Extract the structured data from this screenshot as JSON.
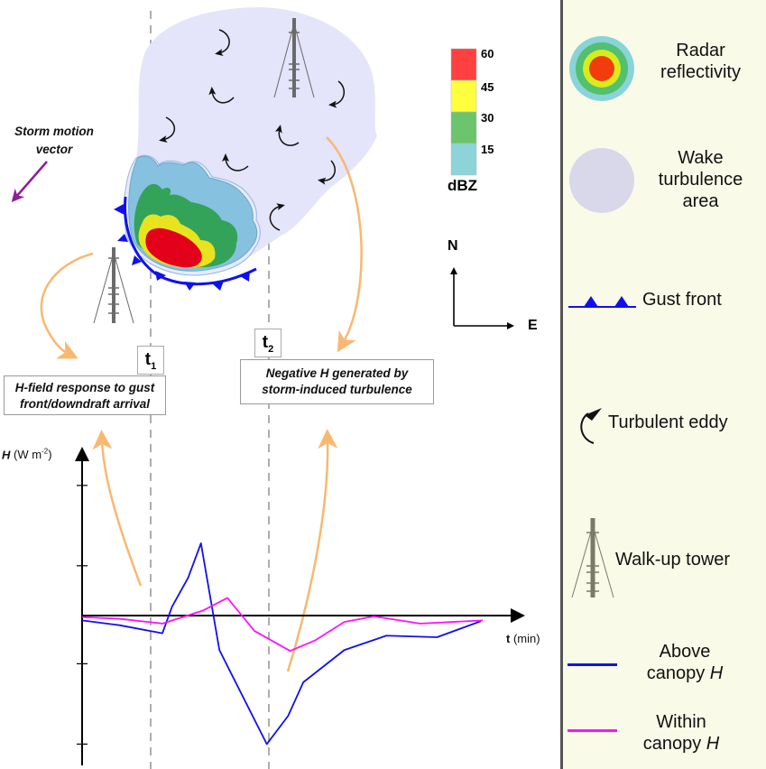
{
  "diagram": {
    "storm_motion_label": [
      "Storm motion",
      "vector"
    ],
    "compass": {
      "north": "N",
      "east": "E"
    },
    "reflectivity_scale": {
      "unit": "dBZ",
      "levels": [
        {
          "value": "60",
          "color": "#ff4040"
        },
        {
          "value": "45",
          "color": "#ffff40"
        },
        {
          "value": "30",
          "color": "#6cc46c"
        },
        {
          "value": "15",
          "color": "#8cd4d8"
        }
      ]
    },
    "time_markers": [
      {
        "label": "t",
        "sub": "1"
      },
      {
        "label": "t",
        "sub": "2"
      }
    ],
    "annotations": [
      {
        "lines": [
          "H-field response to gust",
          "front/downdraft arrival"
        ]
      },
      {
        "lines": [
          "Negative H generated by",
          "storm-induced turbulence"
        ]
      }
    ],
    "colors": {
      "wake_area": "#e4e4fa",
      "gust_front": "#1010ee",
      "orange_arrow": "#f8b870",
      "storm_motion_arrow": "#8e1e9a",
      "tower": "#6a6a6a"
    }
  },
  "legend": {
    "items": [
      {
        "id": "radar",
        "lines": [
          "Radar",
          "reflectivity"
        ]
      },
      {
        "id": "wake",
        "lines": [
          "Wake",
          "turbulence",
          "area"
        ]
      },
      {
        "id": "gust",
        "lines": [
          "Gust front"
        ]
      },
      {
        "id": "eddy",
        "lines": [
          "Turbulent eddy"
        ]
      },
      {
        "id": "tower",
        "lines": [
          "Walk-up tower"
        ]
      },
      {
        "id": "above",
        "lines": [
          "Above",
          "canopy H"
        ]
      },
      {
        "id": "within",
        "lines": [
          "Within",
          "canopy H"
        ]
      }
    ]
  },
  "chart_data": {
    "type": "line",
    "title": "",
    "xlabel": "t (min)",
    "ylabel": "H (W m-2)",
    "xlim": [
      0,
      110
    ],
    "ylim": [
      -1.85,
      2.2
    ],
    "yticks": [
      1.62,
      0.62,
      -0.6,
      -1.6
    ],
    "ytick_labels": [
      "",
      "",
      "",
      ""
    ],
    "grid": false,
    "legend_position": "right panel",
    "vertical_markers": [
      {
        "label": "t1",
        "x": 17
      },
      {
        "label": "t2",
        "x": 46
      }
    ],
    "series": [
      {
        "name": "Above canopy H",
        "color": "#1010ee",
        "x": [
          0,
          9.3,
          20,
          22.4,
          26.4,
          29.6,
          34.2,
          46,
          51.3,
          55.1,
          65.3,
          75.8,
          88.4,
          99.3
        ],
        "y": [
          -0.06,
          -0.12,
          -0.22,
          0.11,
          0.47,
          0.9,
          -0.43,
          -1.6,
          -1.25,
          -0.83,
          -0.43,
          -0.25,
          -0.27,
          -0.07
        ]
      },
      {
        "name": "Within canopy H",
        "color": "#ff10ff",
        "x": [
          0,
          9.3,
          20,
          30,
          36.2,
          42.9,
          51.8,
          58,
          65.3,
          72.7,
          84.2,
          99.8
        ],
        "y": [
          -0.02,
          -0.04,
          -0.1,
          0.06,
          0.22,
          -0.19,
          -0.44,
          -0.31,
          -0.08,
          -0.01,
          -0.1,
          -0.06
        ]
      }
    ]
  }
}
